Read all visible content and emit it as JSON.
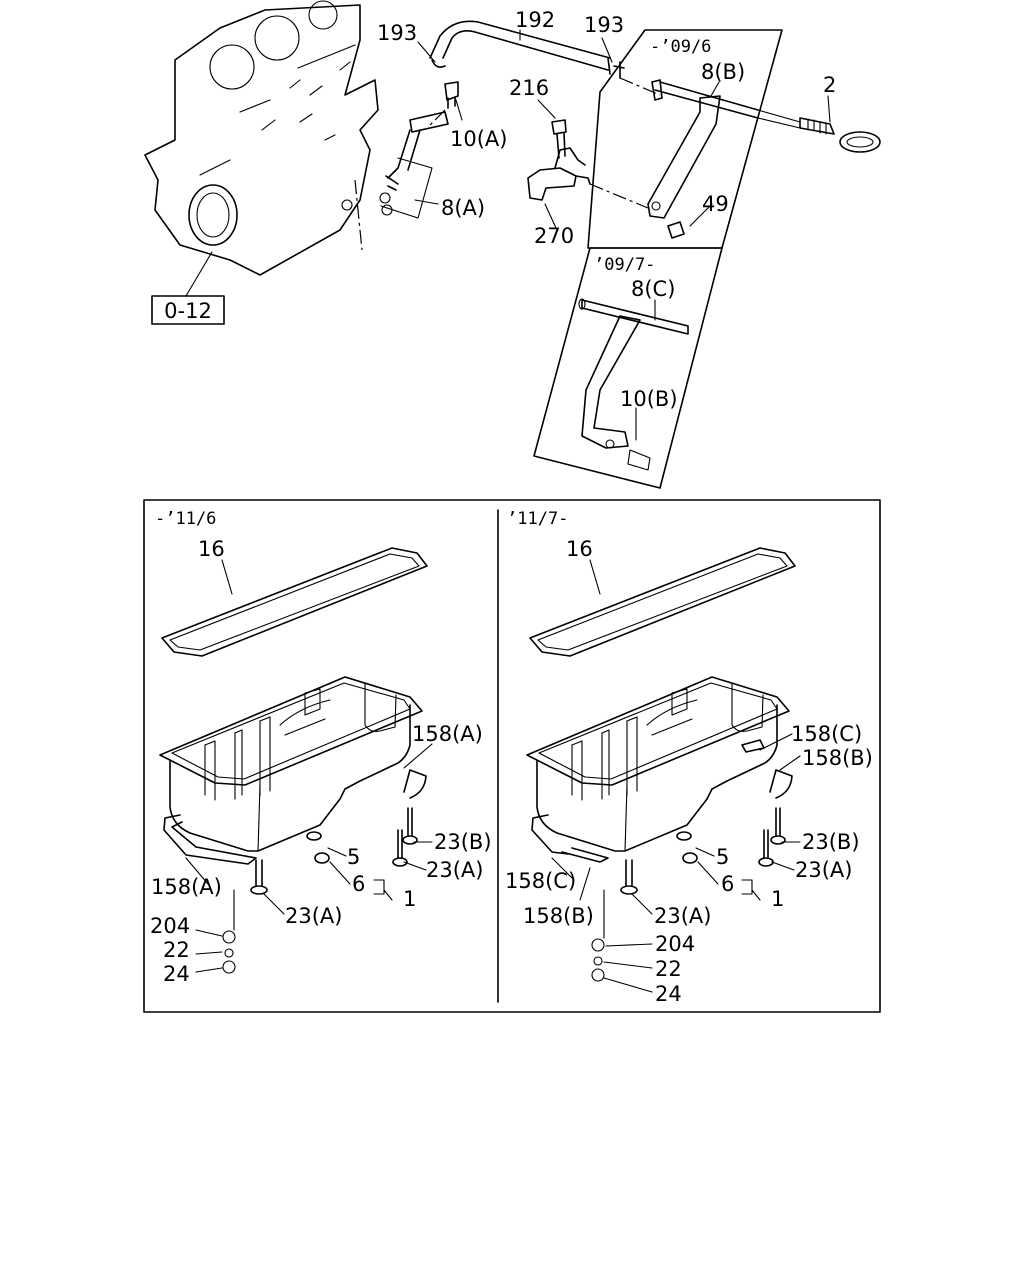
{
  "ref_box": "0-12",
  "upper": {
    "variant_early": "-’09/6",
    "variant_late": "’09/7-",
    "labels": {
      "p193_left": "193",
      "p192": "192",
      "p193_right": "193",
      "p8b": "8(B)",
      "p2": "2",
      "p216": "216",
      "p10a": "10(A)",
      "p8a": "8(A)",
      "p270": "270",
      "p49": "49",
      "p8c": "8(C)",
      "p10b": "10(B)"
    }
  },
  "lower": {
    "left_panel": {
      "period": "-’11/6",
      "labels": {
        "p16": "16",
        "p158a_top": "158(A)",
        "p23b": "23(B)",
        "p5": "5",
        "p23a_right": "23(A)",
        "p6": "6",
        "p1": "1",
        "p158a_left": "158(A)",
        "p23a_bottom": "23(A)",
        "p204": "204",
        "p22": "22",
        "p24": "24"
      }
    },
    "right_panel": {
      "period": "’11/7-",
      "labels": {
        "p16": "16",
        "p158c_top": "158(C)",
        "p158b_top": "158(B)",
        "p23b": "23(B)",
        "p5": "5",
        "p23a_right": "23(A)",
        "p6": "6",
        "p1": "1",
        "p158c_left": "158(C)",
        "p158b_left": "158(B)",
        "p23a_bottom": "23(A)",
        "p204": "204",
        "p22": "22",
        "p24": "24"
      }
    }
  }
}
